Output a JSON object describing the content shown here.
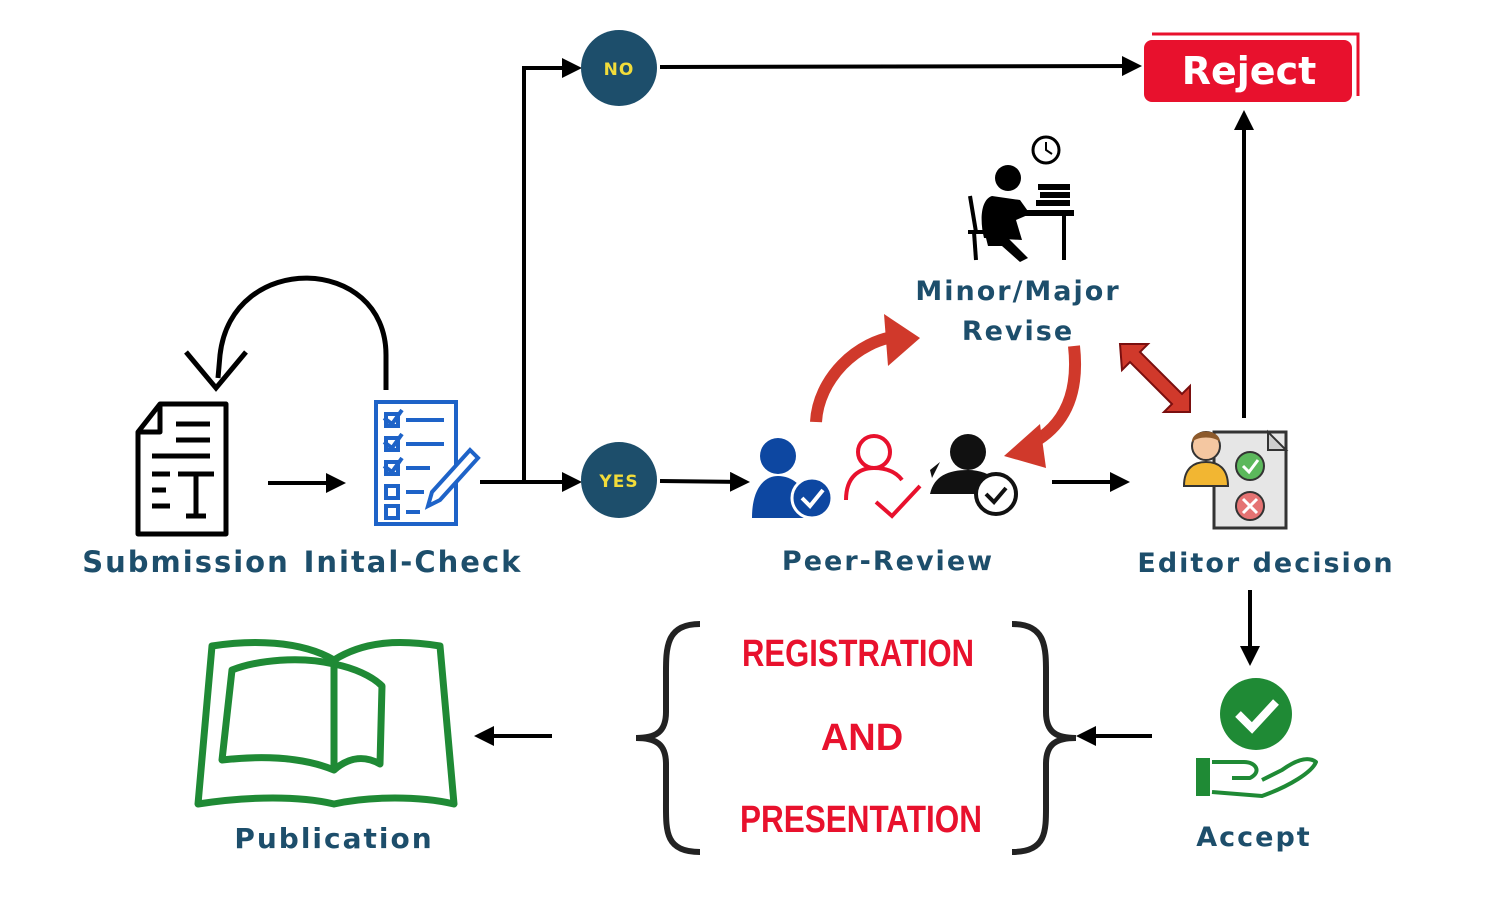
{
  "steps": {
    "submission": "Submission",
    "initial_check": "Inital-Check",
    "peer_review": "Peer-Review",
    "editor_decision": "Editor decision",
    "revise_line1": "Minor/Major",
    "revise_line2": "Revise",
    "accept": "Accept",
    "publication": "Publication",
    "reject": "Reject"
  },
  "decisions": {
    "no": "NO",
    "yes": "YES"
  },
  "registration": {
    "line1": "REGISTRATION",
    "line2": "AND",
    "line3": "PRESENTATION"
  },
  "colors": {
    "label": "#1d4e6b",
    "node_fill": "#1d4e6b",
    "node_text": "#f2dc3a",
    "reject_fill": "#e8112d",
    "registration_text": "#e8112d",
    "revise_arrows": "#d0392b",
    "publication_book": "#1f8a35",
    "accept_green": "#1f8a35",
    "peer_blue": "#0d47a1"
  }
}
